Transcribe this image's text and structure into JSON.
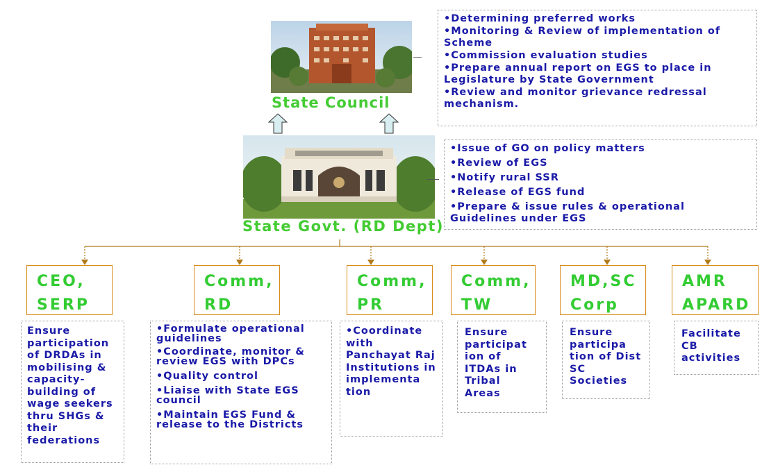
{
  "state_council": {
    "label": "State Council",
    "functions": [
      "•Determining preferred works",
      "•Monitoring & Review of implementation of Scheme",
      "•Commission evaluation studies",
      "•Prepare annual report on EGS  to place in Legislature by State Government",
      "•Review and monitor grievance redressal mechanism."
    ]
  },
  "state_govt": {
    "label": "State Govt. (RD Dept)",
    "functions": [
      "•Issue of GO on policy matters",
      "•Review of EGS",
      "•Notify rural SSR",
      "•Release of EGS fund",
      "•Prepare & issue rules & operational Guidelines under EGS"
    ]
  },
  "departments": [
    {
      "line1": "CEO,",
      "line2": "SERP",
      "duties": [
        "Ensure participation of DRDAs in mobilising & capacity-building of wage seekers thru SHGs & their federations"
      ]
    },
    {
      "line1": "Comm,",
      "line2": "RD",
      "duties": [
        "•Formulate operational guidelines",
        "•Coordinate, monitor & review EGS with DPCs",
        "•Quality control",
        "•Liaise with State EGS council",
        "•Maintain EGS Fund & release to the Districts"
      ]
    },
    {
      "line1": "Comm,",
      "line2": "PR",
      "duties": [
        "•Coordinate with Panchayat Raj Institutions in implementa tion"
      ]
    },
    {
      "line1": "Comm,",
      "line2": "TW",
      "duties": [
        "Ensure participat ion of ITDAs in Tribal Areas"
      ]
    },
    {
      "line1": "MD,SC",
      "line2": "Corp",
      "duties": [
        "Ensure participa tion of Dist SC Societies"
      ]
    },
    {
      "line1": "AMR",
      "line2": "APARD",
      "duties": [
        "Facilitate CB activities"
      ]
    }
  ],
  "colors": {
    "title_green": "#44cc33",
    "text_blue": "#1a1aa8",
    "connector_brown": "#b07a1a",
    "arrow_fill": "#d8eef0"
  }
}
